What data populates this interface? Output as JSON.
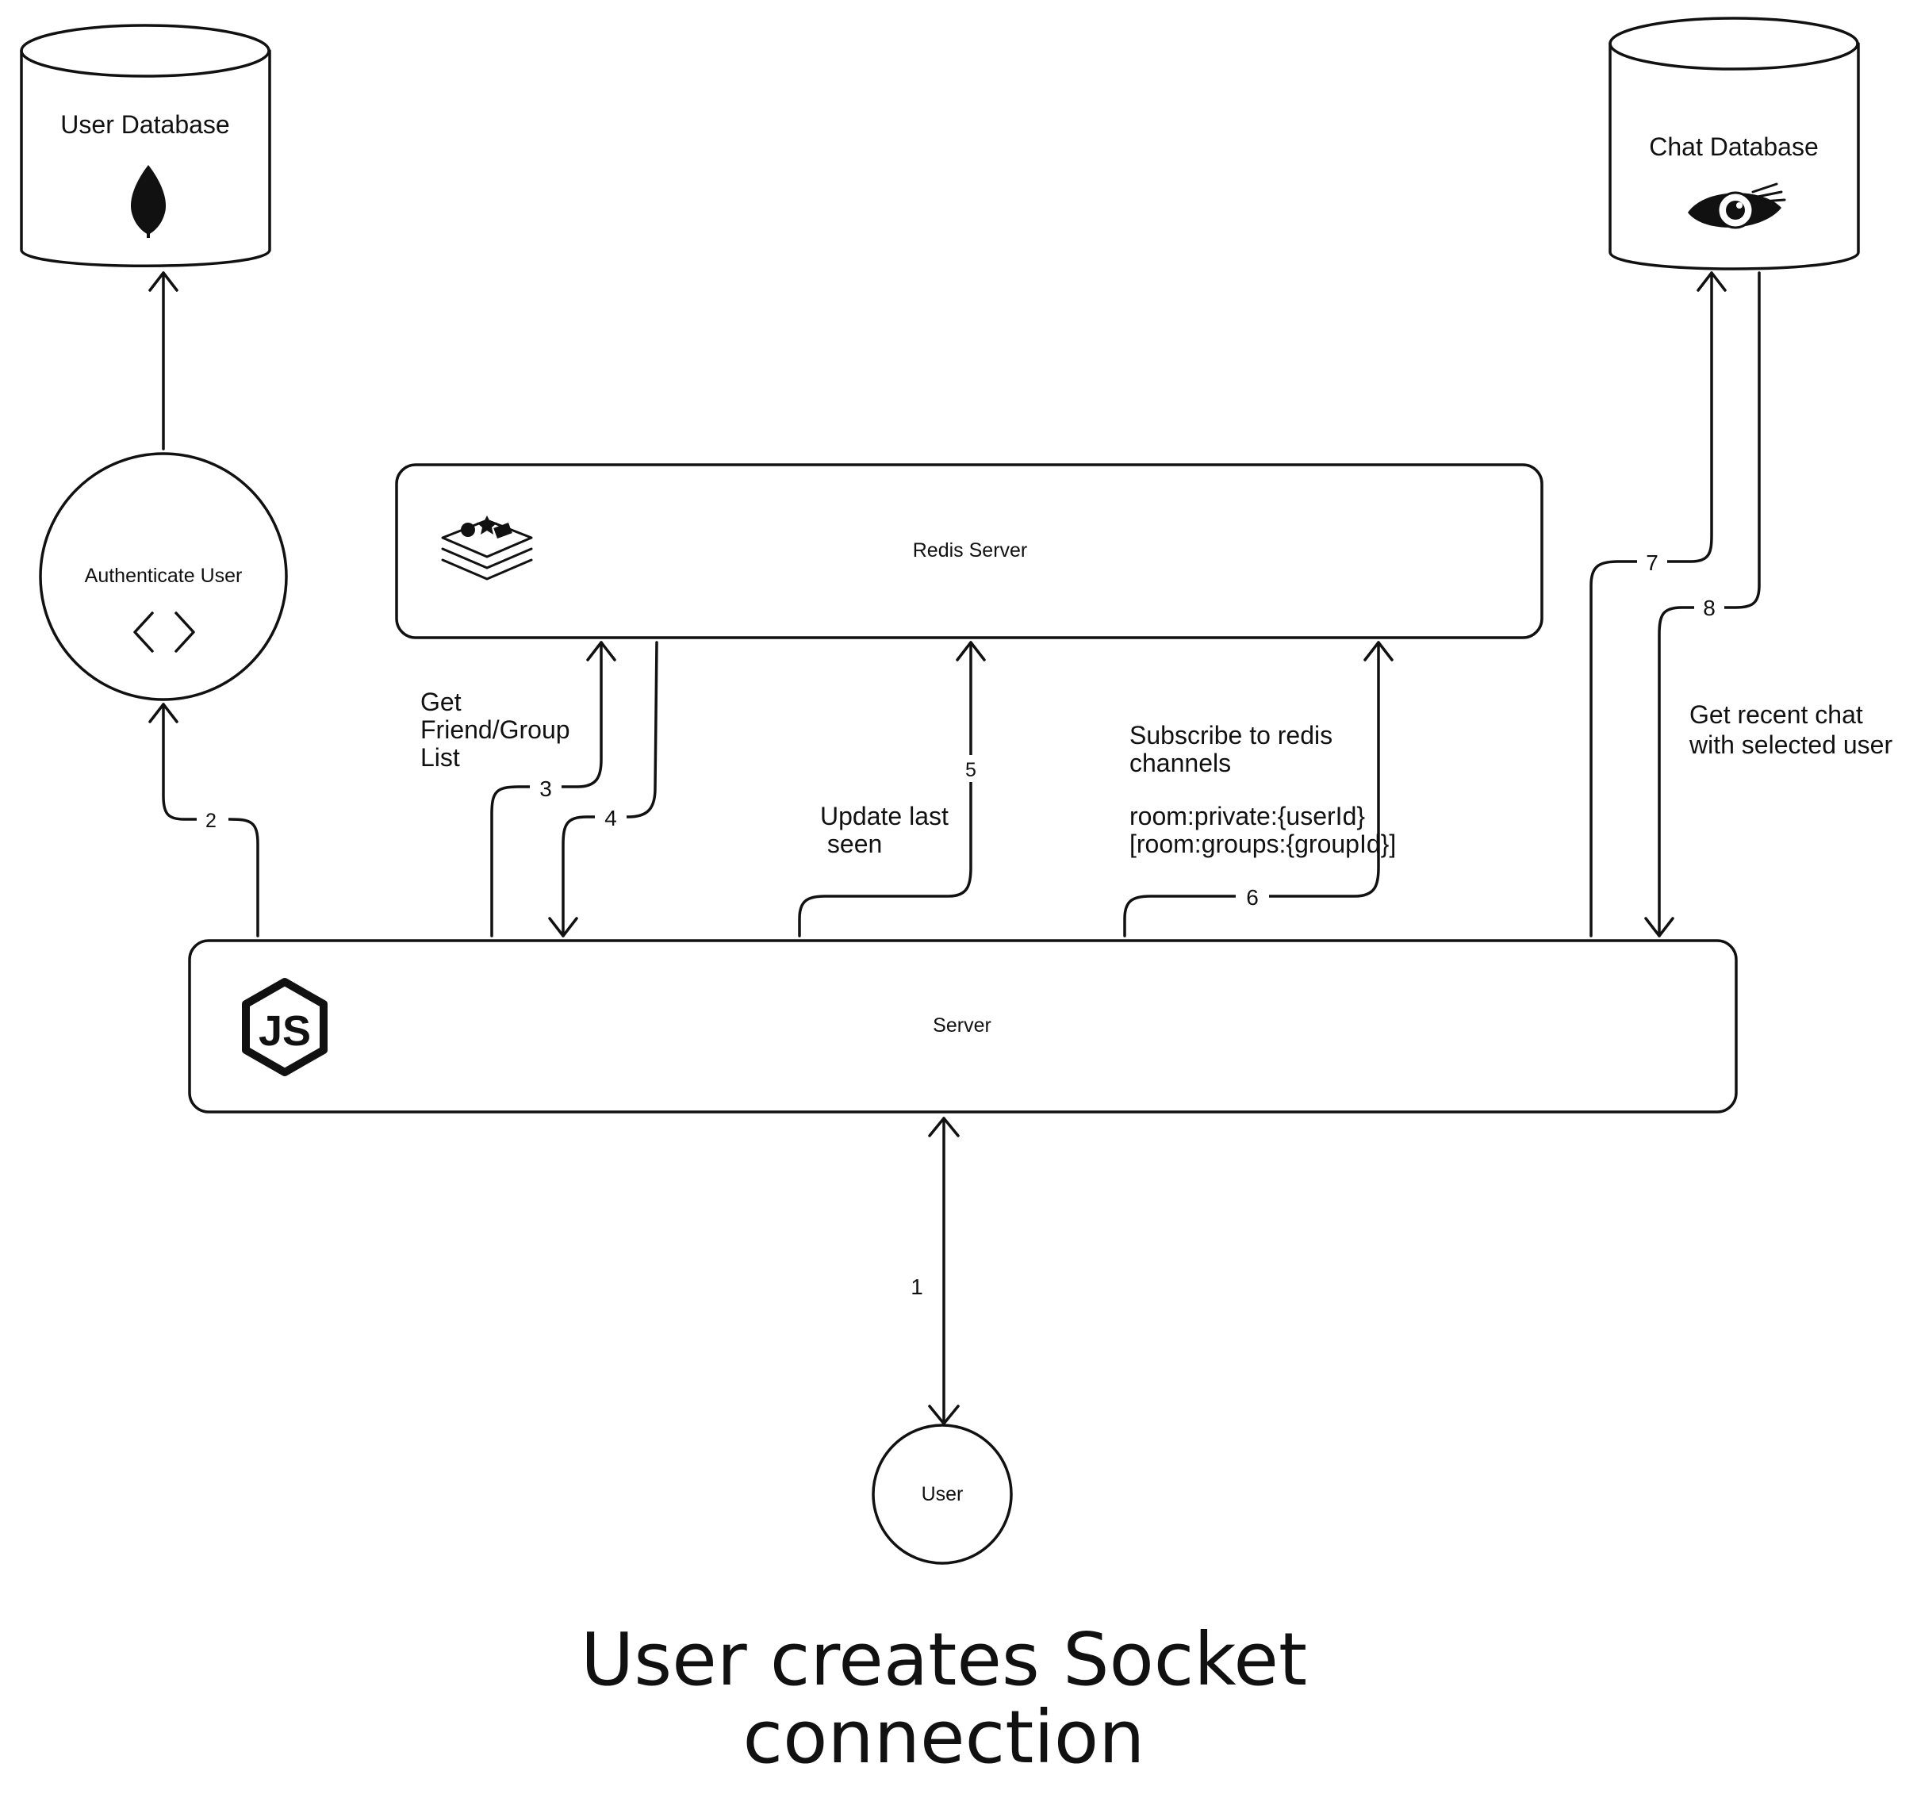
{
  "nodes": {
    "user_database": {
      "label": "User Database",
      "icon": "mongodb-leaf-icon"
    },
    "chat_database": {
      "label": "Chat Database",
      "icon": "cassandra-eye-icon"
    },
    "authenticate_user": {
      "label": "Authenticate User",
      "icon": "code-brackets-icon"
    },
    "redis_server": {
      "label": "Redis Server",
      "icon": "redis-stack-icon"
    },
    "server": {
      "label": "Server",
      "icon": "nodejs-hexagon-icon"
    },
    "user": {
      "label": "User"
    }
  },
  "edges": [
    {
      "id": "1",
      "from": "user",
      "to": "server",
      "step": "1",
      "bidirectional": true
    },
    {
      "id": "2",
      "from": "server",
      "to": "authenticate_user",
      "step": "2"
    },
    {
      "id": "auth-db",
      "from": "authenticate_user",
      "to": "user_database",
      "step": ""
    },
    {
      "id": "3",
      "from": "server",
      "to": "redis_server",
      "step": "3",
      "note": [
        "Get",
        "Friend/Group",
        "List"
      ]
    },
    {
      "id": "4",
      "from": "redis_server",
      "to": "server",
      "step": "4"
    },
    {
      "id": "5",
      "from": "server",
      "to": "redis_server",
      "step": "5",
      "note": [
        "Update last",
        " seen"
      ]
    },
    {
      "id": "6",
      "from": "server",
      "to": "redis_server",
      "step": "6",
      "note": [
        "Subscribe to redis",
        "channels",
        "",
        "room:private:{userId}",
        "[room:groups:{groupId}]"
      ]
    },
    {
      "id": "7",
      "from": "server",
      "to": "chat_database",
      "step": "7"
    },
    {
      "id": "8",
      "from": "chat_database",
      "to": "server",
      "step": "8",
      "note": [
        "Get recent chat",
        "with selected user"
      ]
    }
  ],
  "caption": [
    "User creates Socket",
    "connection"
  ]
}
